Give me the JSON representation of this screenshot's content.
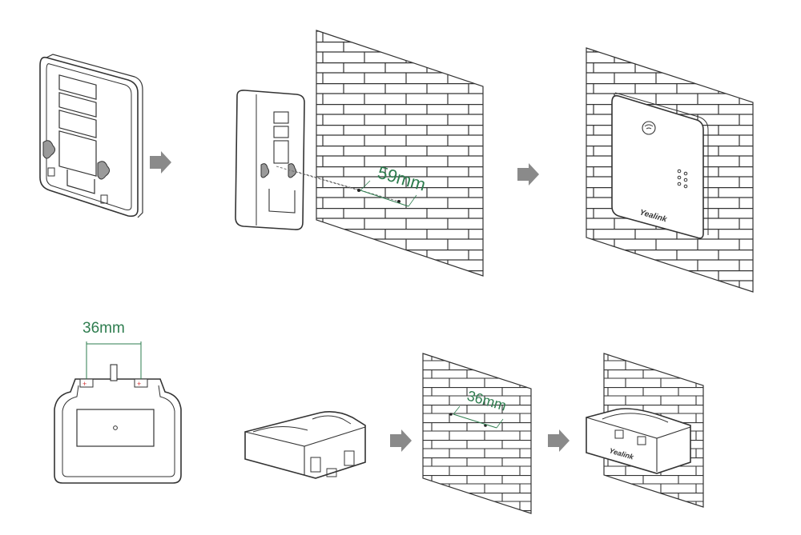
{
  "dimensions": {
    "base_hole_spacing": "59mm",
    "base_pair_dimension": "36mm",
    "wall_charger_spacing": "36mm"
  },
  "brand": {
    "logo_text": "Yealink",
    "dock_logo_text": "Yealink"
  },
  "colors": {
    "dimension": "#2e7d4f",
    "line": "#333333",
    "arrow": "#8a8a8a",
    "mark": "#d32f2f"
  },
  "icons": {
    "arrow": "right-arrow-icon",
    "wifi": "wifi-icon",
    "screw_plus": "plus-mark-icon"
  }
}
